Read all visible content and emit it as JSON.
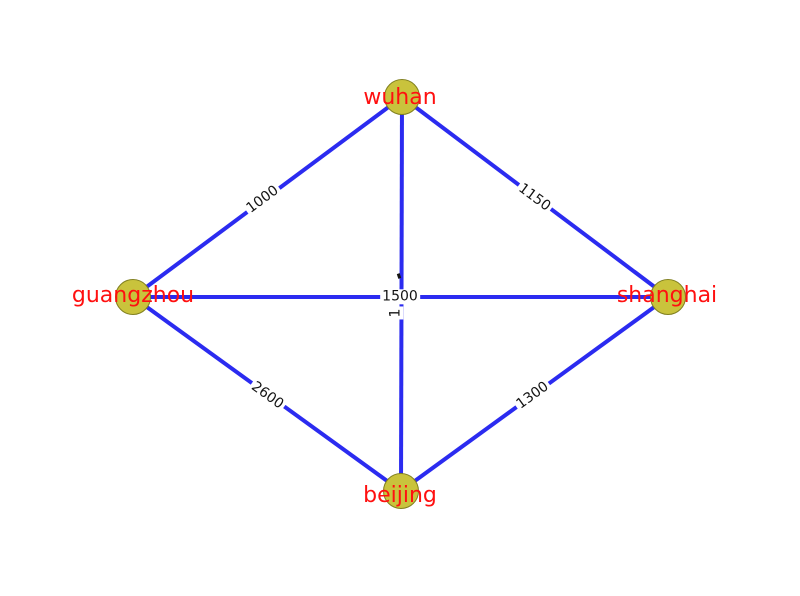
{
  "graph": {
    "nodes": [
      {
        "id": "wuhan",
        "label": "wuhan"
      },
      {
        "id": "guangzhou",
        "label": "guangzhou"
      },
      {
        "id": "shanghai",
        "label": "shanghai"
      },
      {
        "id": "beijing",
        "label": "beijing"
      }
    ],
    "edges": [
      {
        "from": "guangzhou",
        "to": "wuhan",
        "weight": "1000"
      },
      {
        "from": "wuhan",
        "to": "shanghai",
        "weight": "1150"
      },
      {
        "from": "guangzhou",
        "to": "shanghai",
        "weight": "1500"
      },
      {
        "from": "guangzhou",
        "to": "beijing",
        "weight": "2600"
      },
      {
        "from": "beijing",
        "to": "shanghai",
        "weight": "1300"
      },
      {
        "from": "wuhan",
        "to": "beijing",
        "weight_visible": "1"
      }
    ],
    "colors": {
      "background": "#ffffff",
      "edge": "#2b2bf0",
      "node_fill": "#c9c33c",
      "node_border": "#81801f",
      "node_label": "#ff1010",
      "edge_label": "#141414"
    }
  }
}
